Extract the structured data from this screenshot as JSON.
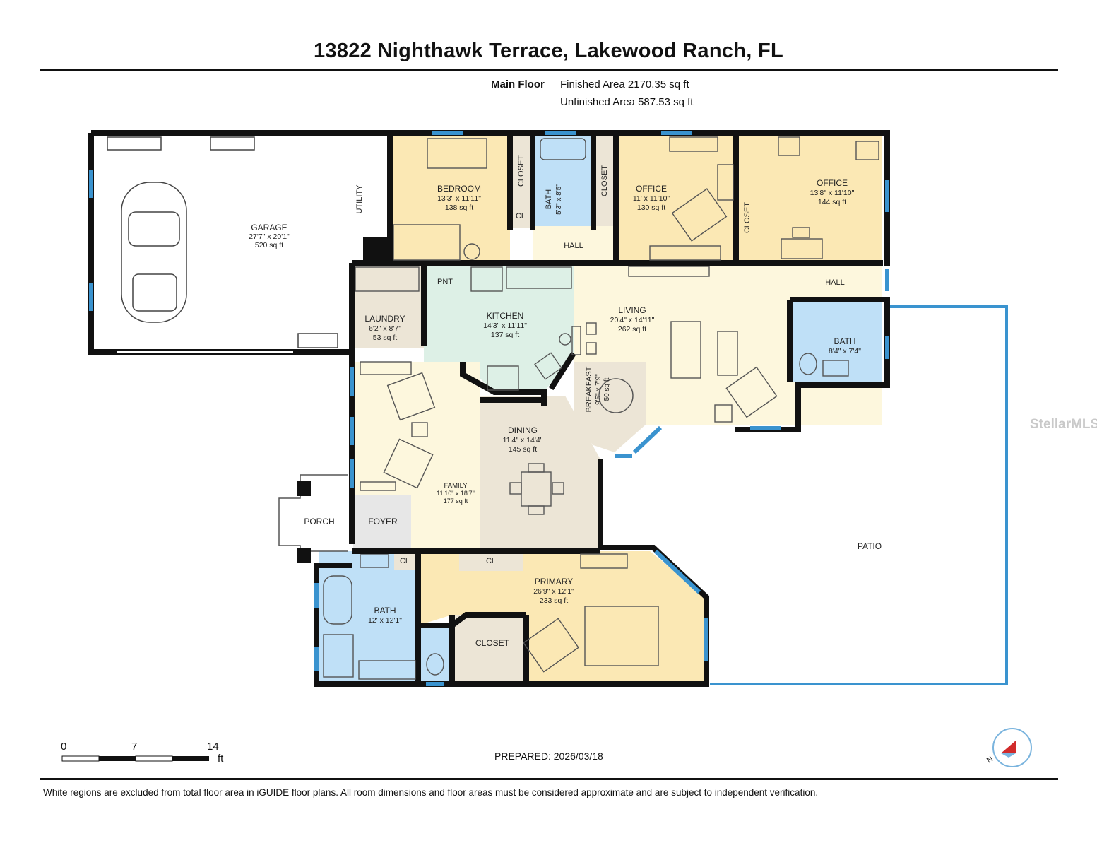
{
  "title": "13822 Nighthawk Terrace, Lakewood Ranch, FL",
  "floor": {
    "name": "Main Floor",
    "finished_area": "Finished Area 2170.35 sq ft",
    "unfinished_area": "Unfinished Area 587.53 sq ft"
  },
  "rooms": {
    "garage": {
      "name": "GARAGE",
      "dims": "27'7\" x 20'1\"",
      "area": "520 sq ft"
    },
    "utility": {
      "name": "UTILITY"
    },
    "bedroom": {
      "name": "BEDROOM",
      "dims": "13'3\" x 11'11\"",
      "area": "138 sq ft"
    },
    "closet_a": {
      "name": "CLOSET"
    },
    "cl_a": {
      "name": "CL"
    },
    "bath_small": {
      "name": "BATH",
      "dims": "5'3\" x 8'5\""
    },
    "closet_b": {
      "name": "CLOSET"
    },
    "office1": {
      "name": "OFFICE",
      "dims": "11' x 11'10\"",
      "area": "130 sq ft"
    },
    "closet_c": {
      "name": "CLOSET"
    },
    "office2": {
      "name": "OFFICE",
      "dims": "13'8\" x 11'10\"",
      "area": "144 sq ft"
    },
    "hall_top": {
      "name": "HALL"
    },
    "hall_right": {
      "name": "HALL"
    },
    "pnt": {
      "name": "PNT"
    },
    "laundry": {
      "name": "LAUNDRY",
      "dims": "6'2\" x 8'7\"",
      "area": "53 sq ft"
    },
    "kitchen": {
      "name": "KITCHEN",
      "dims": "14'3\" x 11'11\"",
      "area": "137 sq ft"
    },
    "living": {
      "name": "LIVING",
      "dims": "20'4\" x 14'11\"",
      "area": "262 sq ft"
    },
    "bath_right": {
      "name": "BATH",
      "dims": "8'4\" x 7'4\""
    },
    "breakfast": {
      "name": "BREAKFAST",
      "dims": "9'5\" x 7'9\"",
      "area": "50 sq ft"
    },
    "dining": {
      "name": "DINING",
      "dims": "11'4\" x 14'4\"",
      "area": "145 sq ft"
    },
    "family": {
      "name": "FAMILY",
      "dims": "11'10\" x 18'7\"",
      "area": "177 sq ft"
    },
    "porch": {
      "name": "PORCH"
    },
    "foyer": {
      "name": "FOYER"
    },
    "patio": {
      "name": "PATIO"
    },
    "cl_b": {
      "name": "CL"
    },
    "cl_c": {
      "name": "CL"
    },
    "bath_primary": {
      "name": "BATH",
      "dims": "12' x 12'1\""
    },
    "primary": {
      "name": "PRIMARY",
      "dims": "26'9\" x 12'1\"",
      "area": "233 sq ft"
    },
    "closet_d": {
      "name": "CLOSET"
    }
  },
  "scale": {
    "ticks": [
      "0",
      "7",
      "14"
    ],
    "unit": "ft"
  },
  "prepared": "PREPARED: 2026/03/18",
  "disclaimer": "White regions are excluded from total floor area in iGUIDE floor plans. All room dimensions and floor areas must be considered approximate and are subject to independent verification.",
  "watermark": "StellarMLS",
  "compass": {
    "label": "N"
  },
  "colors": {
    "bedroom": "#fbe8b4",
    "bath": "#bfe0f7",
    "kitchen": "#ddf0e6",
    "living": "#fdf7dd",
    "dining": "#ece5d6",
    "closet": "#ece5d6",
    "wall": "#111111",
    "window": "#3a93cf"
  }
}
